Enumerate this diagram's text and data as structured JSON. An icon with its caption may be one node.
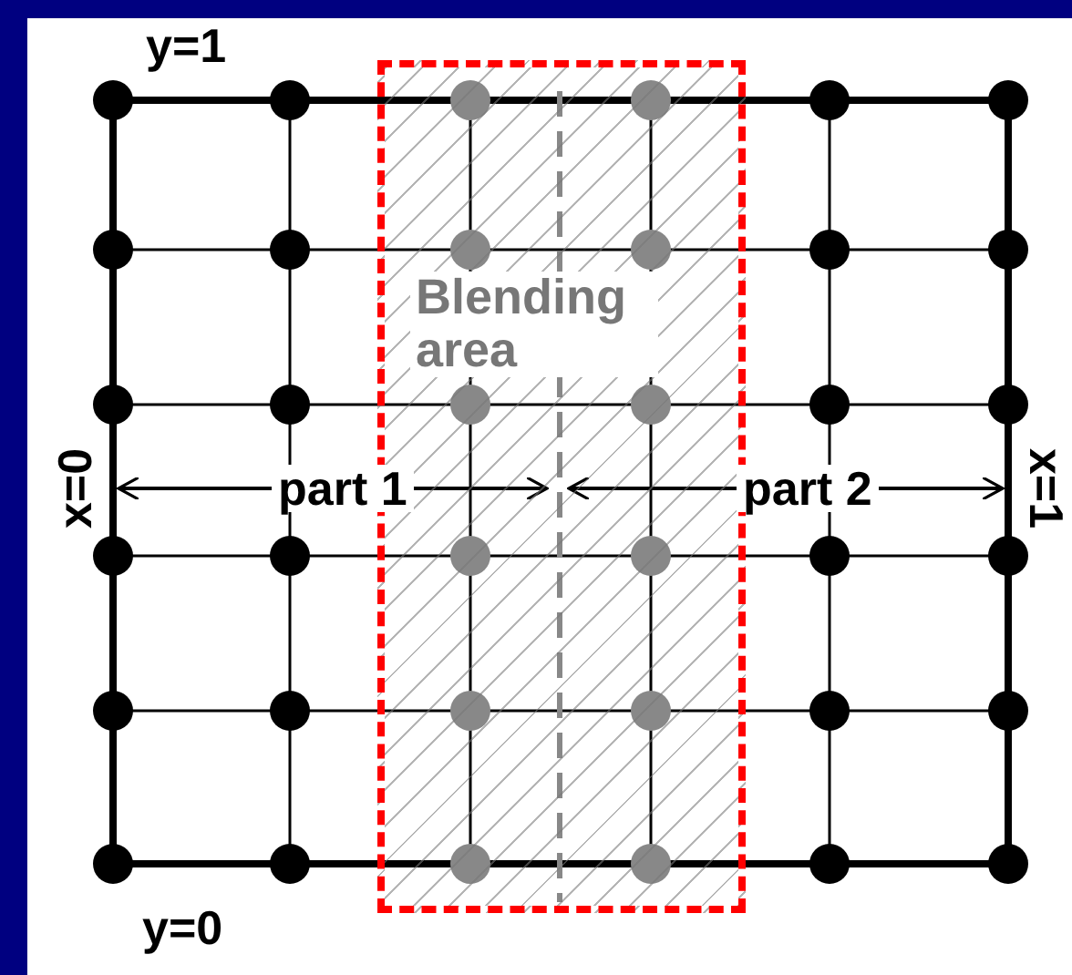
{
  "diagram": {
    "nodes": [
      {
        "text": [
          "Blending area"
        ]
      }
    ],
    "edges": [],
    "labels": [
      "y=1",
      "x=0",
      "part 1",
      "part 2",
      "x=1",
      "y=0"
    ]
  }
}
